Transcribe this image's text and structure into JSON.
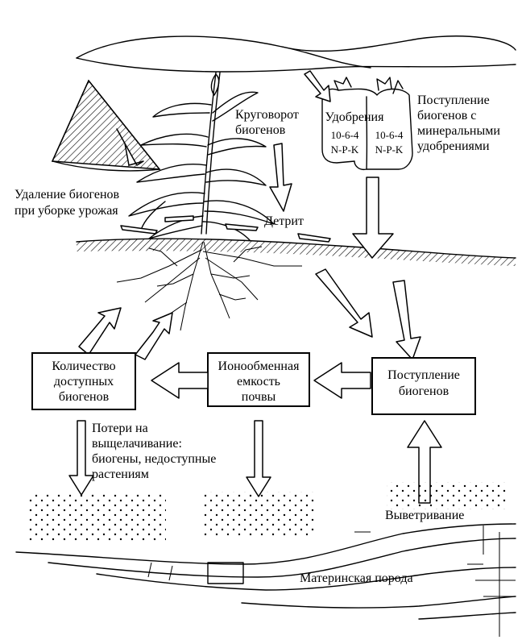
{
  "labels": {
    "cycle": [
      "Круговорот",
      "биогенов"
    ],
    "fertilizer_input": [
      "Поступление",
      "биогенов с",
      "минеральными",
      "удобрениями"
    ],
    "harvest_removal": [
      "Удаление биогенов",
      "при уборке урожая"
    ],
    "detritus": "Детрит",
    "leaching": [
      "Потери на",
      "выщелачивание:",
      "биогены, недоступные",
      "растениям"
    ],
    "weathering": "Выветривание",
    "parent_rock": "Материнская порода"
  },
  "fertilizer": {
    "title": "Удобрения",
    "bags": [
      {
        "ratio": "10-6-4",
        "npk": "N-P-K"
      },
      {
        "ratio": "10-6-4",
        "npk": "N-P-K"
      }
    ]
  },
  "boxes": {
    "available": [
      "Количество",
      "доступных",
      "биогенов"
    ],
    "exchange": [
      "Ионообменная",
      "емкость",
      "почвы"
    ],
    "input": [
      "Поступление",
      "биогенов"
    ]
  }
}
